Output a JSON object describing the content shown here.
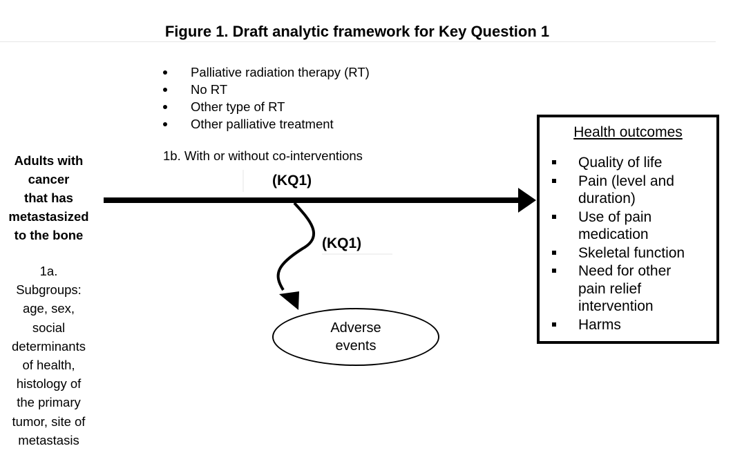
{
  "figure_title": "Figure 1. Draft analytic framework for Key Question 1",
  "interventions": {
    "items": [
      {
        "label": "Palliative radiation therapy (RT)"
      },
      {
        "label": "No RT"
      },
      {
        "label": "Other type of RT"
      },
      {
        "label": "Other palliative treatment"
      }
    ],
    "cointerventions": "1b. With or without co-interventions"
  },
  "population": {
    "lines": [
      "Adults with",
      "cancer",
      "that has",
      "metastasized",
      "to the bone"
    ],
    "subgroups_lines": [
      "1a.",
      "Subgroups:",
      "age, sex,",
      "social",
      "determinants",
      "of health,",
      "histology of",
      "the primary",
      "tumor, site of",
      "metastasis"
    ]
  },
  "links": {
    "main_label": "(KQ1)",
    "adverse_label": "(KQ1)"
  },
  "adverse_events": {
    "lines": [
      "Adverse",
      "events"
    ]
  },
  "health_outcomes": {
    "title": "Health outcomes",
    "items": [
      {
        "lines": [
          "Quality of life"
        ]
      },
      {
        "lines": [
          "Pain (level and",
          "duration)"
        ]
      },
      {
        "lines": [
          "Use of pain",
          "medication"
        ]
      },
      {
        "lines": [
          "Skeletal function"
        ]
      },
      {
        "lines": [
          "Need for other",
          "pain relief",
          "intervention"
        ]
      },
      {
        "lines": [
          "Harms"
        ]
      }
    ]
  }
}
